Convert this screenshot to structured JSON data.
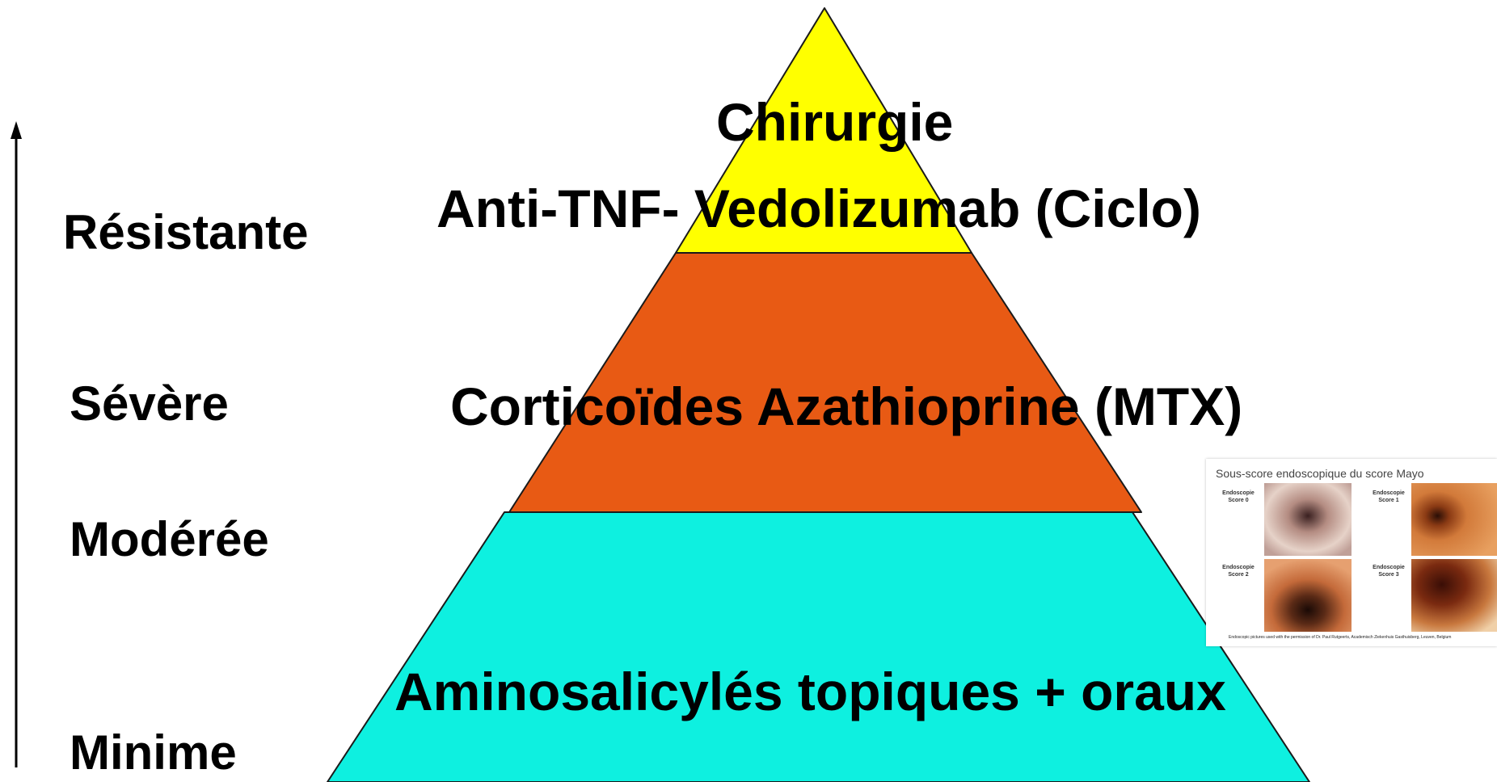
{
  "severity_labels": {
    "resistante": "Résistante",
    "severe": "Sévère",
    "moderee": "Modérée",
    "minime": "Minime"
  },
  "therapy_labels": {
    "chirurgie": "Chirurgie",
    "anti_tnf": "Anti-TNF- Vedolizumab (Ciclo)",
    "corticoides": "Corticoïdes Azathioprine (MTX)",
    "aminosalicyles": "Aminosalicylés topiques + oraux"
  },
  "colors": {
    "top_tier": "#ffff00",
    "middle_tier": "#e85a14",
    "bottom_tier": "#0ef0e0",
    "outline": "#1a1a1a"
  },
  "inset": {
    "title": "Sous-score endoscopique du score Mayo",
    "cells": [
      {
        "label_1": "Endoscopie",
        "label_2": "Score 0"
      },
      {
        "label_1": "Endoscopie",
        "label_2": "Score 1"
      },
      {
        "label_1": "Endoscopie",
        "label_2": "Score 2"
      },
      {
        "label_1": "Endoscopie",
        "label_2": "Score 3"
      }
    ],
    "caption": "Endoscopic pictures used with the permission of Dr. Paul Rutgeerts, Academisch Ziekenhuis Gasthuisberg, Leuven, Belgium"
  }
}
